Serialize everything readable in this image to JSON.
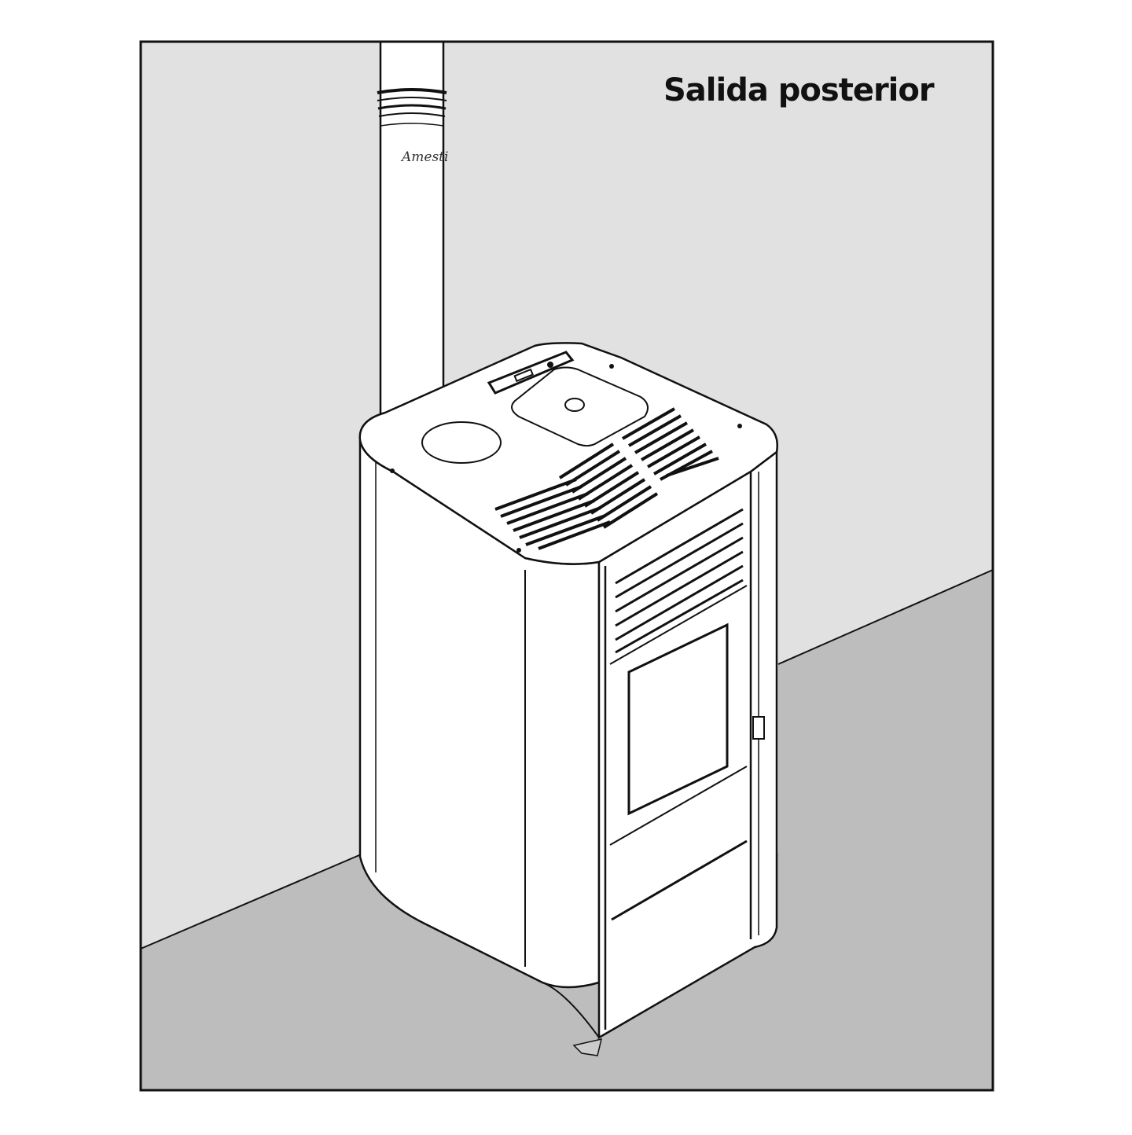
{
  "diagram": {
    "title": "Salida posterior",
    "brand_mark": "Amesti",
    "subject": "pellet-stove-rear-flue-outlet",
    "colors": {
      "wall": "#e1e1e1",
      "floor": "#bdbdbd",
      "stroke": "#111111",
      "appliance_fill": "#ffffff",
      "page_background": "#ffffff"
    },
    "parts": {
      "flue_pipe": "Flue pipe rising from the rear of the stove",
      "top_panel": "Top with round hotplate, lid with handle and control display",
      "top_vents": "Three groups of slotted vent grilles",
      "front_louvres": "Louvred upper front panel",
      "glass_door": "Front door with viewing glass",
      "door_handle": "Door handle at right edge",
      "lower_panel": "Bottom access panel"
    }
  }
}
